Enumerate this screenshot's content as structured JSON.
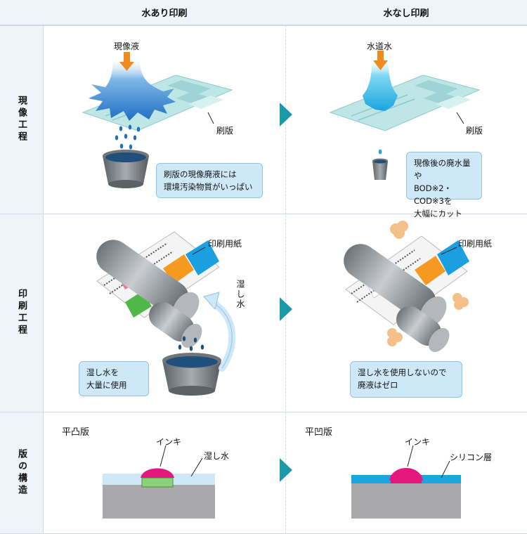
{
  "header": {
    "col1": "水あり印刷",
    "col2": "水なし印刷"
  },
  "rows": {
    "develop": "現像工程",
    "print": "印刷工程",
    "structure": "版の構造"
  },
  "develop": {
    "wet": {
      "liquid_label": "現像液",
      "plate_label": "刷版",
      "callout_line1": "刷版の現像廃液には",
      "callout_line2": "環境汚染物質がいっぱい"
    },
    "dry": {
      "liquid_label": "水道水",
      "plate_label": "刷版",
      "callout_line1": "現像後の廃水量や",
      "callout_line2": "BOD※2・COD※3を",
      "callout_line3": "大幅にカット"
    }
  },
  "print": {
    "wet": {
      "paper_label": "印刷用紙",
      "water_label": "湿し水",
      "callout_line1": "湿し水を",
      "callout_line2": "大量に使用"
    },
    "dry": {
      "paper_label": "印刷用紙",
      "callout_line1": "湿し水を使用しないので",
      "callout_line2": "廃液はゼロ"
    }
  },
  "structure": {
    "wet": {
      "title": "平凸版",
      "ink_label": "インキ",
      "water_label": "湿し水"
    },
    "dry": {
      "title": "平凹版",
      "ink_label": "インキ",
      "silicone_label": "シリコン層"
    }
  },
  "colors": {
    "header_bg": "#eef4fa",
    "arrow": "#1a9aa8",
    "ink": "#e4177f",
    "water_blue": "#1a8fd8",
    "callout_bg": "#cfe8f8",
    "orange": "#f08c1e"
  }
}
